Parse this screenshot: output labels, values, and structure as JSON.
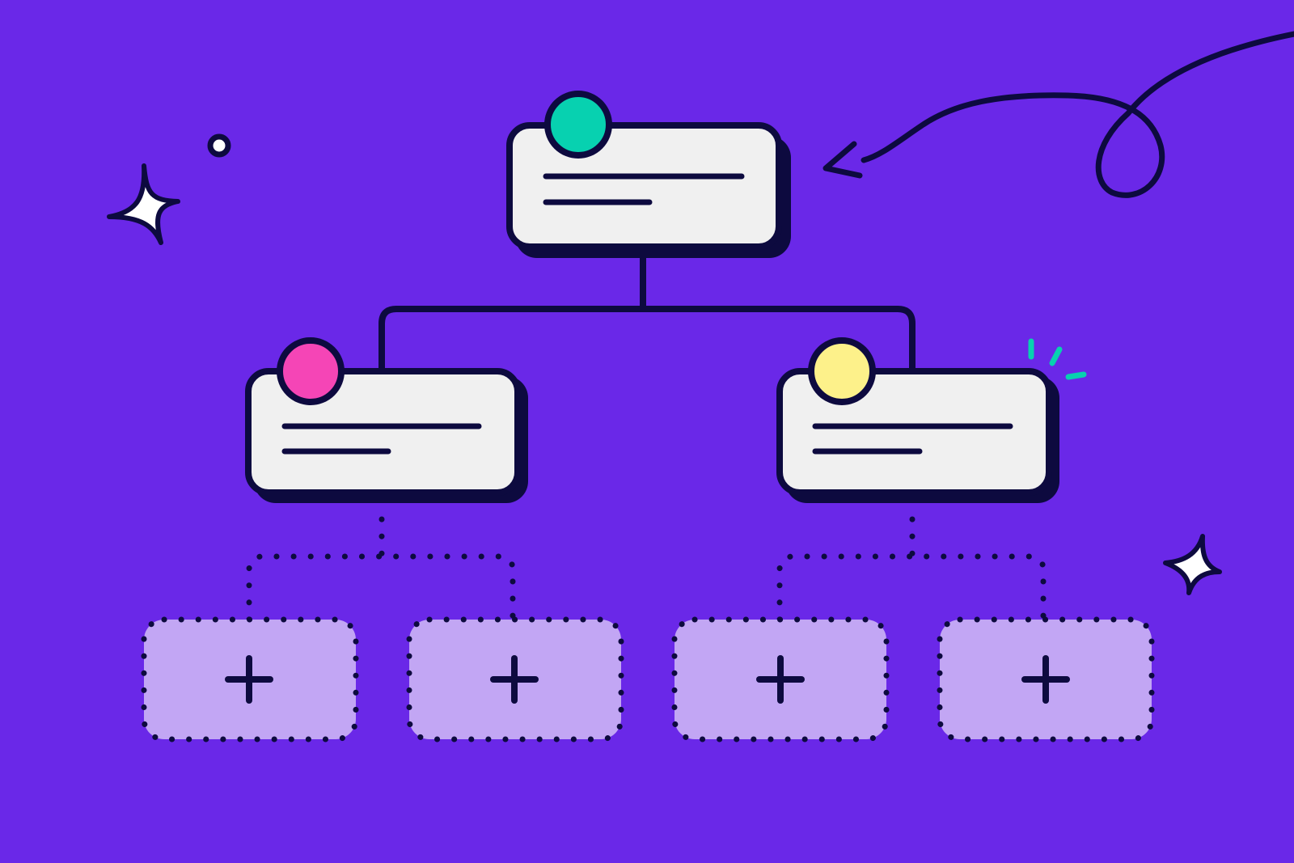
{
  "colors": {
    "background": "#6a28e8",
    "ink": "#0d0a3f",
    "card": "#f0f0f0",
    "placeholder": "#c2a6f4",
    "accent_teal": "#07d1b0",
    "accent_pink": "#f545b6",
    "accent_yellow": "#fdf18a"
  },
  "diagram": {
    "type": "org-chart",
    "root": {
      "avatar_color": "#07d1b0",
      "avatar_icon": "avatar-dot",
      "text_lines": 2
    },
    "children": [
      {
        "avatar_color": "#f545b6",
        "avatar_icon": "avatar-dot",
        "text_lines": 2
      },
      {
        "avatar_color": "#fdf18a",
        "avatar_icon": "avatar-dot",
        "text_lines": 2
      }
    ],
    "placeholders": [
      {
        "icon": "plus-icon",
        "parent": 0
      },
      {
        "icon": "plus-icon",
        "parent": 0
      },
      {
        "icon": "plus-icon",
        "parent": 1
      },
      {
        "icon": "plus-icon",
        "parent": 1
      }
    ]
  },
  "decorations": [
    "sparkle-icon",
    "sparkle-icon",
    "ring-dot-icon",
    "curly-arrow-icon",
    "shine-marks-icon"
  ]
}
